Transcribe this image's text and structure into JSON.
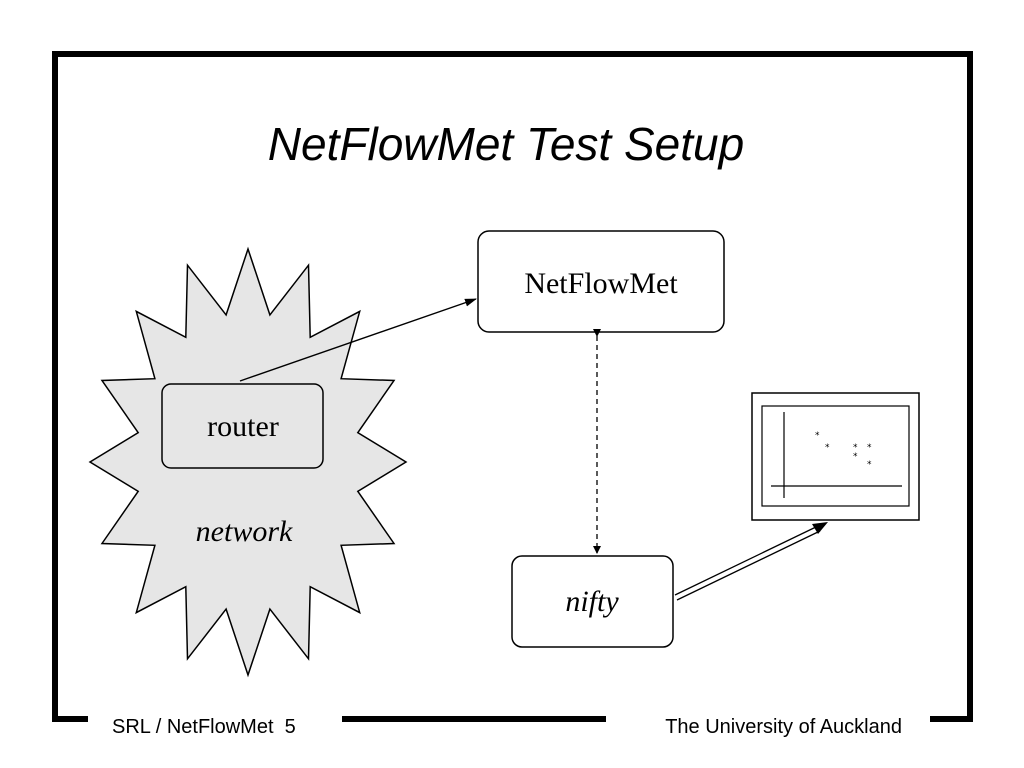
{
  "slide": {
    "title": "NetFlowMet Test Setup"
  },
  "nodes": {
    "router": {
      "label": "router"
    },
    "network": {
      "label": "network"
    },
    "netflowmet": {
      "label": "NetFlowMet"
    },
    "nifty": {
      "label": "nifty"
    },
    "plot_display": {
      "icon": "scatter-plot-icon"
    }
  },
  "edges": [
    {
      "from": "router",
      "to": "netflowmet",
      "style": "solid-arrow"
    },
    {
      "from": "netflowmet",
      "to": "nifty",
      "style": "dashed-double-arrow"
    },
    {
      "from": "nifty",
      "to": "plot_display",
      "style": "double-line-arrow"
    }
  ],
  "footer": {
    "left": "SRL / NetFlowMet  5",
    "right": "The University of Auckland"
  },
  "colors": {
    "network_fill": "#e6e6e6",
    "stroke": "#000000",
    "background": "#ffffff"
  }
}
